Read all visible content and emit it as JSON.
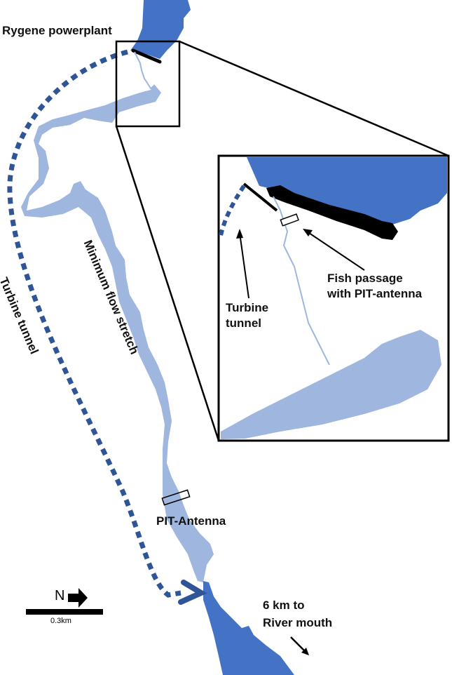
{
  "labels": {
    "powerplant": "Rygene powerplant",
    "turbine_tunnel_main": "Turbine tunnel",
    "minimum_flow": "Minimum flow stretch",
    "pit_antenna": "PIT-Antenna",
    "river_mouth_line1": "6 km to",
    "river_mouth_line2": "River mouth",
    "inset_turbine_line1": "Turbine",
    "inset_turbine_line2": "tunnel",
    "inset_fish_line1": "Fish passage",
    "inset_fish_line2": "with PIT-antenna"
  },
  "scale": {
    "north_label": "N",
    "distance": "0.3km"
  },
  "colors": {
    "reservoir": "#4472c4",
    "river": "#9fb6df",
    "tunnel": "#2f5597",
    "outline": "#000000"
  }
}
